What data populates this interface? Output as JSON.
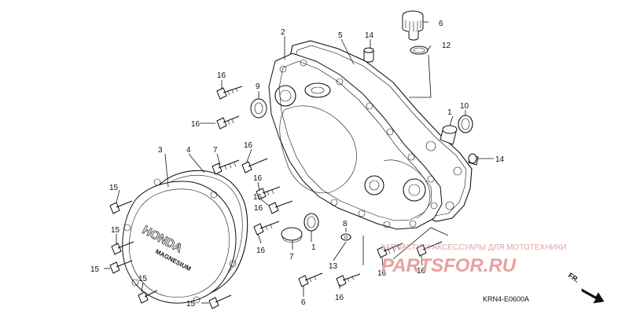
{
  "diagram_code": "KRN4-E0600A",
  "watermark_text": "ЗАПЧАСТИ И АКСЕССУАРЫ ДЛЯ МОТОТЕХНИКИ",
  "watermark_logo": "PARTSFOR.RU",
  "cover_brand": "HONDA",
  "cover_sub": "MAGNESIUM",
  "front_marker": "FR.",
  "callouts": {
    "c1a": "1",
    "c1b": "1",
    "c2": "2",
    "c3": "3",
    "c4": "4",
    "c5": "5",
    "c6a": "6",
    "c6b": "6",
    "c7a": "7",
    "c7b": "7",
    "c8": "8",
    "c9": "9",
    "c10": "10",
    "c12": "12",
    "c13": "13",
    "c14a": "14",
    "c14b": "14",
    "c15a": "15",
    "c15b": "15",
    "c15c": "15",
    "c15d": "15",
    "c15e": "15",
    "c16a": "16",
    "c16b": "16",
    "c16c": "16",
    "c16d": "16",
    "c16e": "16",
    "c16f": "16",
    "c16g": "16",
    "c16h": "16",
    "c16i": "16",
    "c16j": "16"
  },
  "colors": {
    "line": "#111111",
    "watermark": "#e8a0a0",
    "background": "#ffffff"
  }
}
